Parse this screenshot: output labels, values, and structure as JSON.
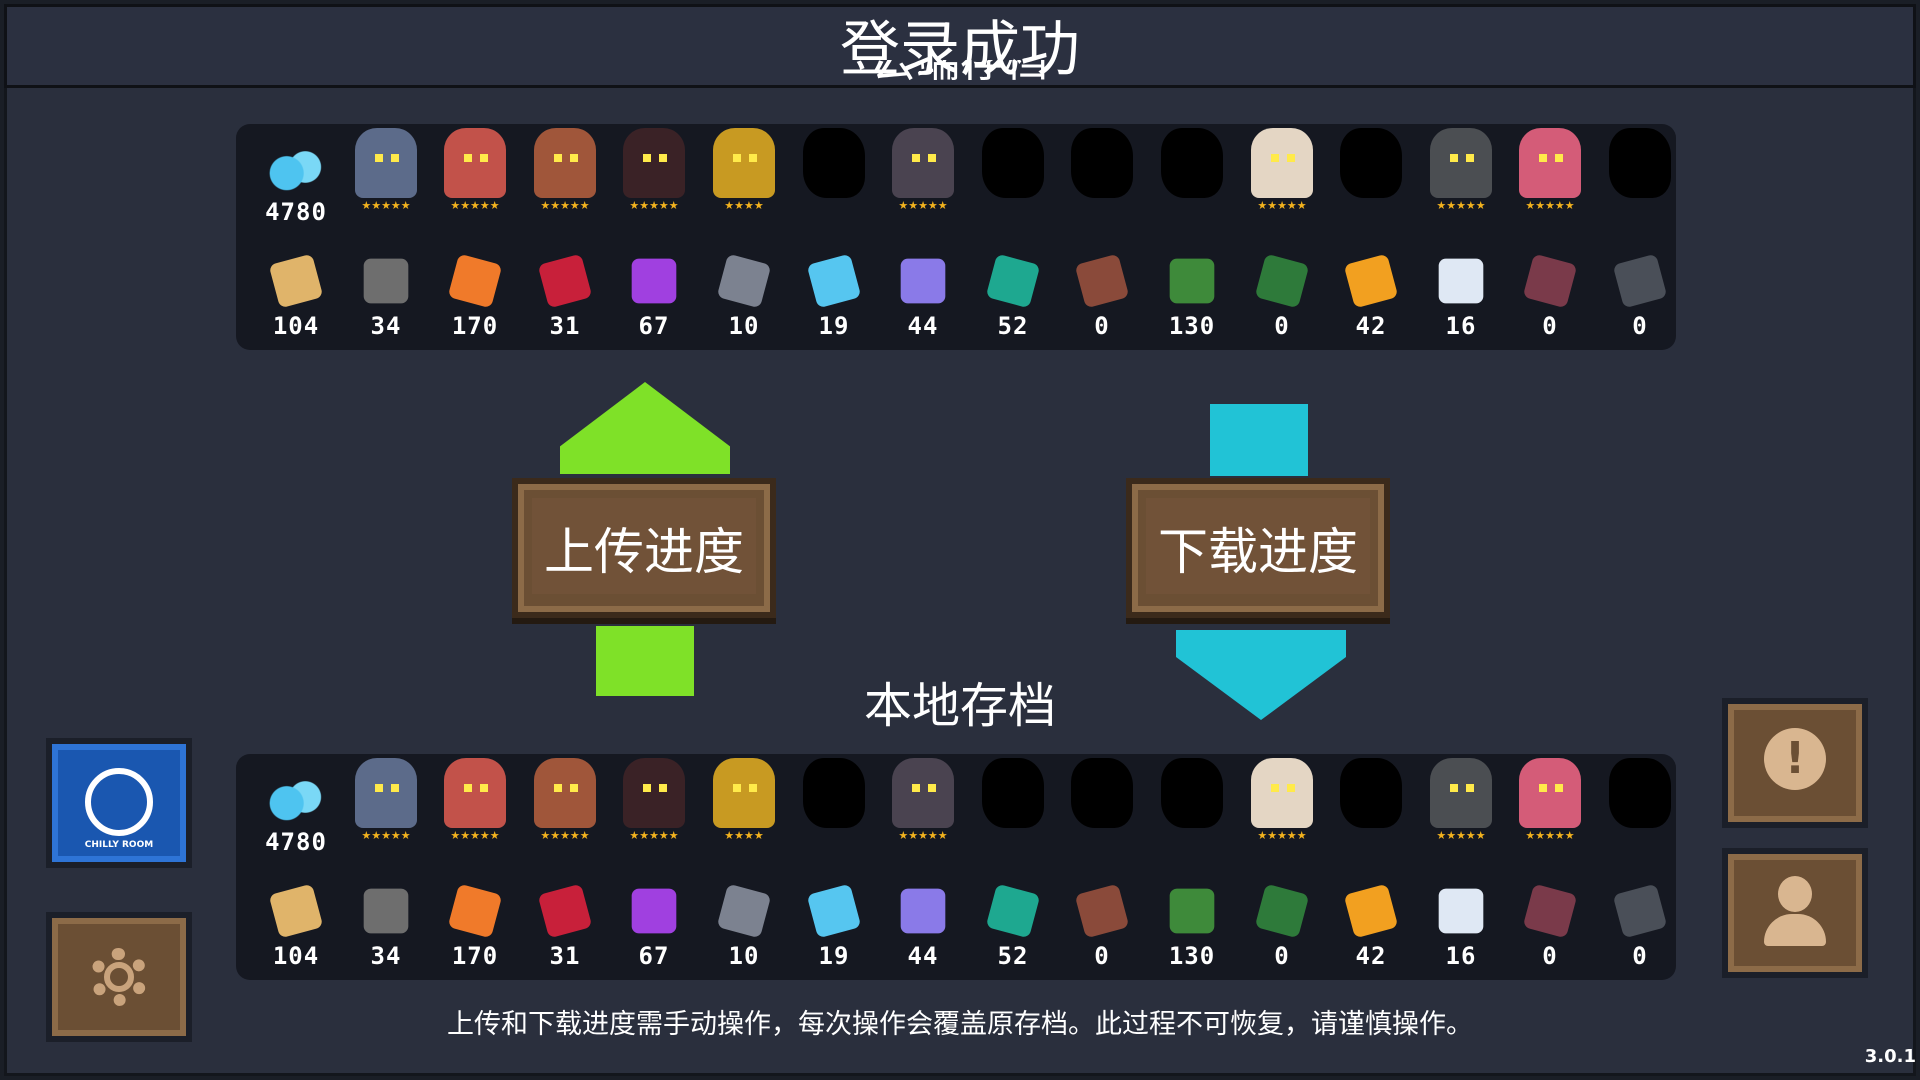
{
  "title": "登录成功",
  "cloud": {
    "label": "云端存档",
    "gems": "4780",
    "materials": [
      "104",
      "34",
      "170",
      "31",
      "67",
      "10",
      "19",
      "44",
      "52",
      "0",
      "130",
      "0",
      "42",
      "16",
      "0",
      "0"
    ]
  },
  "local": {
    "label": "本地存档",
    "gems": "4780",
    "materials": [
      "104",
      "34",
      "170",
      "31",
      "67",
      "10",
      "19",
      "44",
      "52",
      "0",
      "130",
      "0",
      "42",
      "16",
      "0",
      "0"
    ]
  },
  "buttons": {
    "upload": "上传进度",
    "download": "下载进度"
  },
  "logo_text": "CHILLY ROOM",
  "warning": "上传和下载进度需手动操作，每次操作会覆盖原存档。此过程不可恢复，请谨慎操作。",
  "version": "3.0.1",
  "characters": [
    {
      "name": "knight",
      "color": "#5c6b8a",
      "stars": "★★★★★"
    },
    {
      "name": "rogue",
      "color": "#c2524a",
      "stars": "★★★★★"
    },
    {
      "name": "witch",
      "color": "#a0563a",
      "stars": "★★★★★"
    },
    {
      "name": "assassin",
      "color": "#3a2226",
      "stars": "★★★★★"
    },
    {
      "name": "engineer",
      "color": "#c89a22",
      "stars": "★★★★"
    },
    {
      "name": "locked",
      "color": "#000000",
      "stars": ""
    },
    {
      "name": "vampire",
      "color": "#4a4350",
      "stars": "★★★★★"
    },
    {
      "name": "locked",
      "color": "#000000",
      "stars": ""
    },
    {
      "name": "locked",
      "color": "#000000",
      "stars": ""
    },
    {
      "name": "locked",
      "color": "#000000",
      "stars": ""
    },
    {
      "name": "priest",
      "color": "#e4d6c4",
      "stars": "★★★★★"
    },
    {
      "name": "locked",
      "color": "#000000",
      "stars": ""
    },
    {
      "name": "robot",
      "color": "#4b4e52",
      "stars": "★★★★★"
    },
    {
      "name": "berserker",
      "color": "#d45c78",
      "stars": "★★★★★"
    },
    {
      "name": "locked",
      "color": "#000000",
      "stars": ""
    }
  ],
  "material_icons": [
    {
      "name": "wood-icon",
      "color": "#e0b46a"
    },
    {
      "name": "gear-part-icon",
      "color": "#6e6e6e"
    },
    {
      "name": "ore-icon",
      "color": "#f07a2a"
    },
    {
      "name": "red-crystal-icon",
      "color": "#c8203a"
    },
    {
      "name": "purple-crystal-icon",
      "color": "#a040e0"
    },
    {
      "name": "stone-icon",
      "color": "#7c8290"
    },
    {
      "name": "blue-crystal-icon",
      "color": "#56c6f0"
    },
    {
      "name": "violet-crystal-icon",
      "color": "#8a7ae8"
    },
    {
      "name": "teal-crystal-icon",
      "color": "#1ea890"
    },
    {
      "name": "box-icon",
      "color": "#8a4a3a"
    },
    {
      "name": "battery-icon",
      "color": "#3e8a3a"
    },
    {
      "name": "pipe-icon",
      "color": "#2e7a3a"
    },
    {
      "name": "fire-crystal-icon",
      "color": "#f2a020"
    },
    {
      "name": "feather-icon",
      "color": "#dfe8f4"
    },
    {
      "name": "card-icon",
      "color": "#7a3a4a"
    },
    {
      "name": "document-icon",
      "color": "#4a4f58"
    }
  ],
  "colors": {
    "upload_arrow": "#7fe128",
    "download_arrow": "#21c3d6",
    "button_brown": "#6b4f34",
    "gem_blue": "#4ec4f0"
  }
}
